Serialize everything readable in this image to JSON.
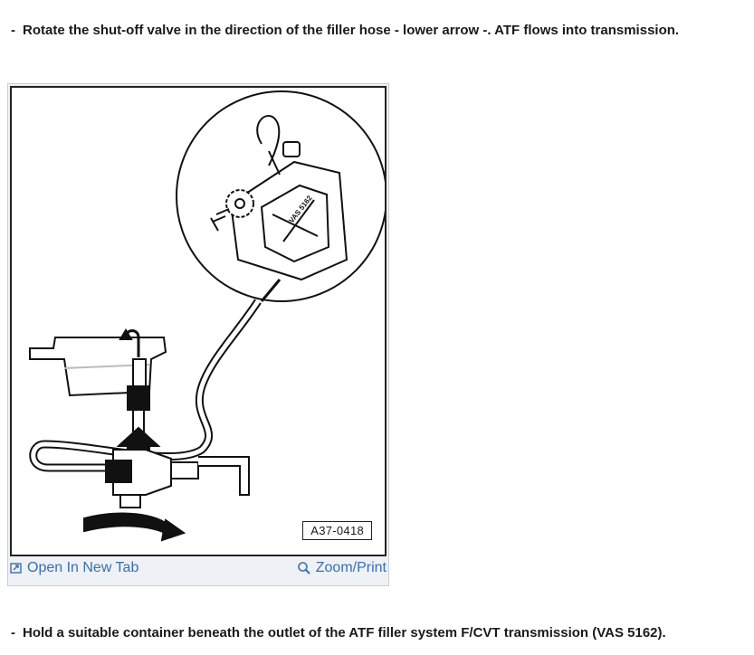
{
  "steps": [
    {
      "dash": "-",
      "text": "Rotate the shut-off valve in the direction of the filler hose - lower arrow -. ATF flows into transmission."
    },
    {
      "dash": "-",
      "text": "Hold a suitable container beneath the outlet of the ATF filler system F/CVT transmission (VAS 5162)."
    }
  ],
  "figure": {
    "label": "A37-0418",
    "canister_text": "VAS 5162",
    "open_tab_label": "Open In New Tab",
    "zoom_label": "Zoom/Print",
    "icons": {
      "open_tab": "open-tab-icon",
      "zoom": "magnifier-icon"
    },
    "link_color": "#3a6fb0"
  }
}
